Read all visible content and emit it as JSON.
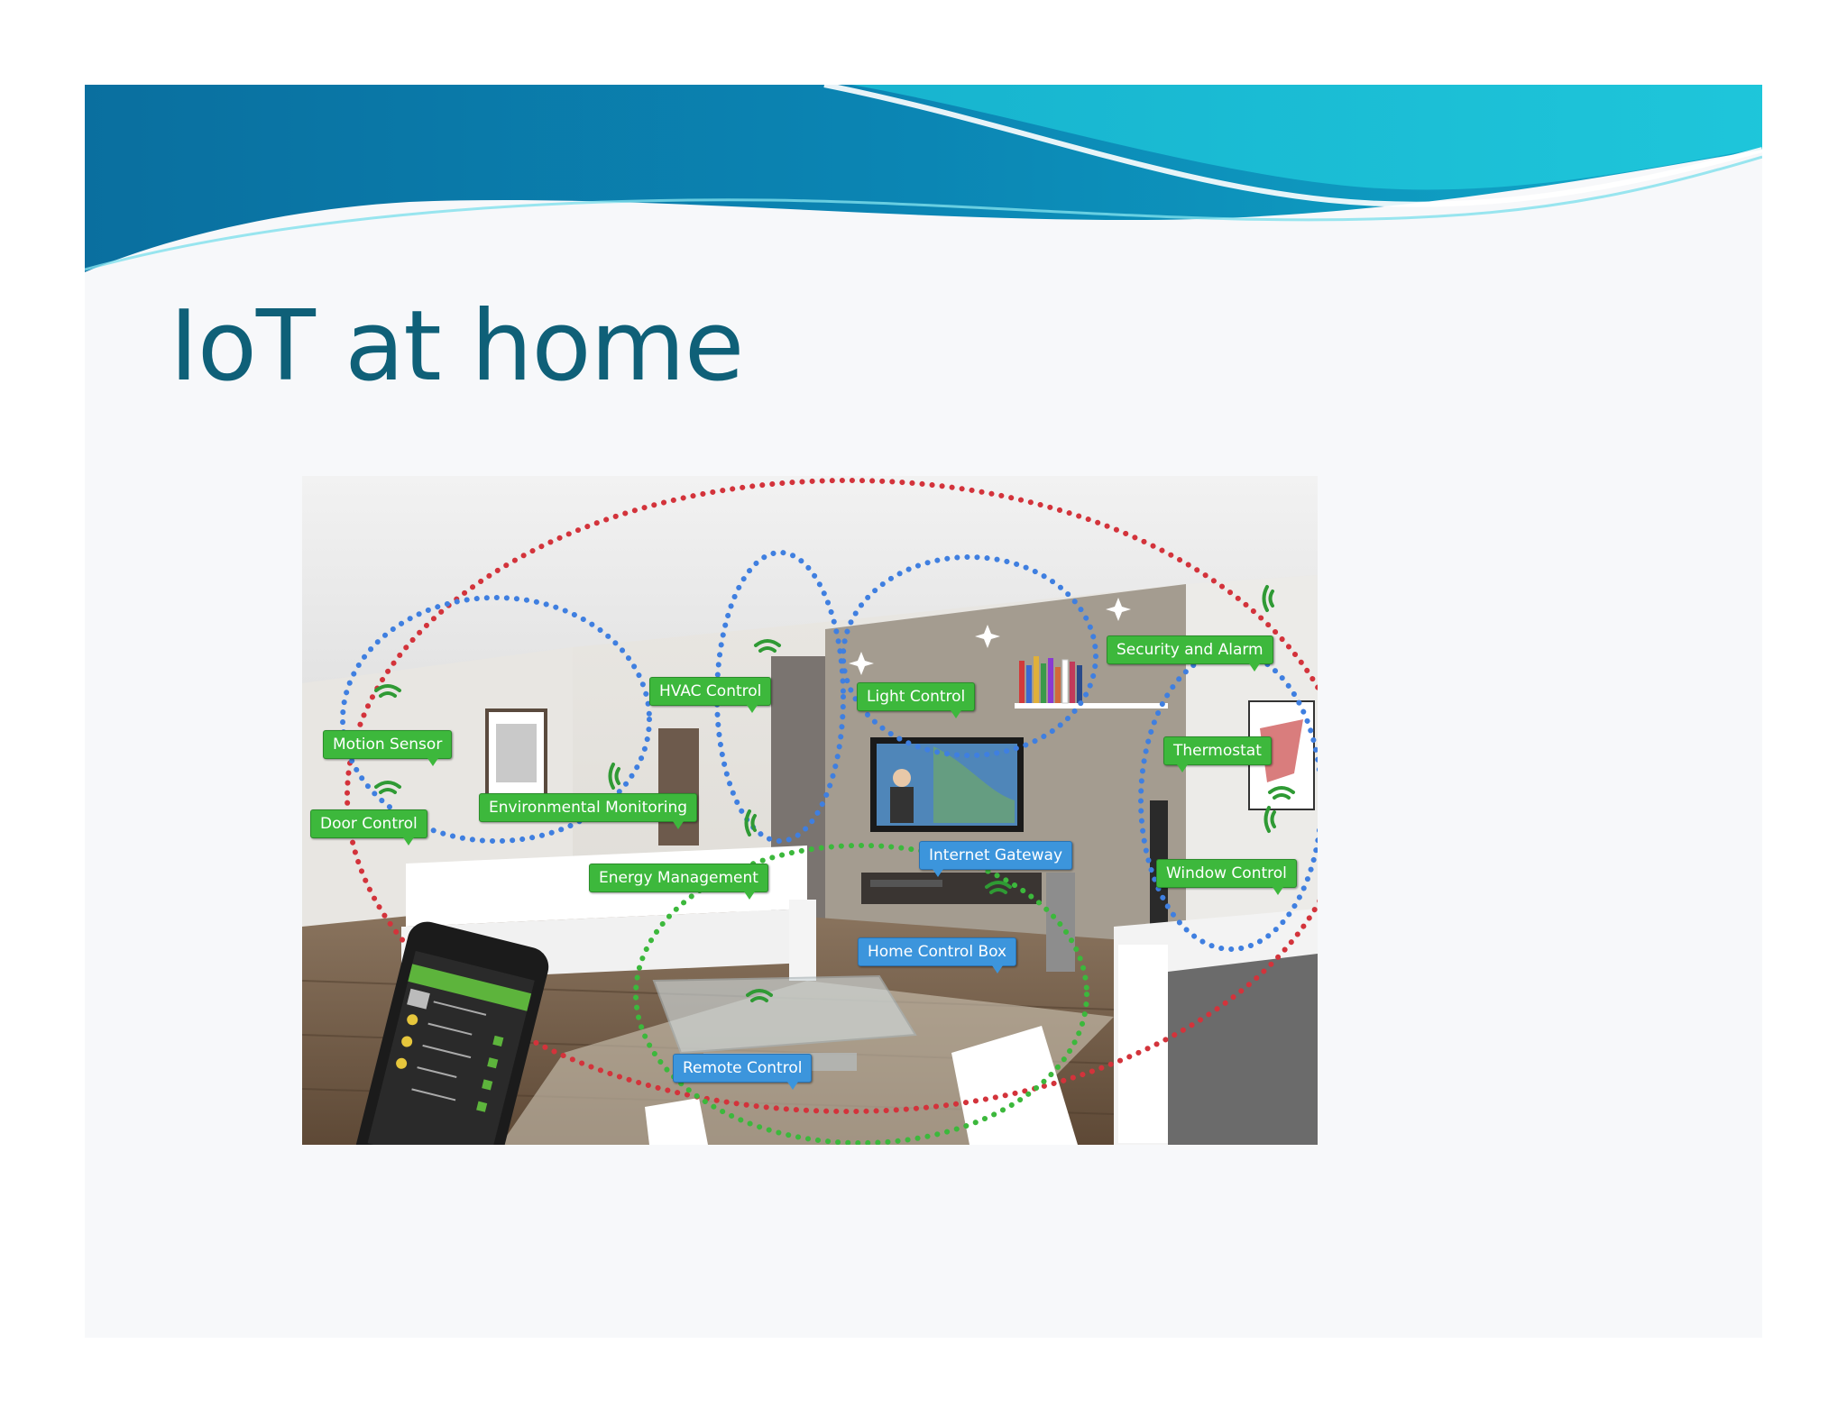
{
  "slide": {
    "title": "IoT at home"
  },
  "figure": {
    "labels": {
      "security_alarm": "Security and Alarm",
      "hvac_control": "HVAC Control",
      "light_control": "Light Control",
      "motion_sensor": "Motion Sensor",
      "thermostat": "Thermostat",
      "environmental_monitoring": "Environmental Monitoring",
      "door_control": "Door Control",
      "internet_gateway": "Internet Gateway",
      "energy_management": "Energy Management",
      "window_control": "Window Control",
      "home_control_box": "Home Control Box",
      "remote_control": "Remote Control"
    }
  },
  "colors": {
    "title": "#0f6078",
    "banner_dark": "#0a7fae",
    "banner_light": "#1cc4d8",
    "label_green": "#3db83c",
    "label_blue": "#3c95dc",
    "dots_red": "#d3333b",
    "dots_blue": "#3f7fe0",
    "dots_green": "#3cb83c"
  }
}
